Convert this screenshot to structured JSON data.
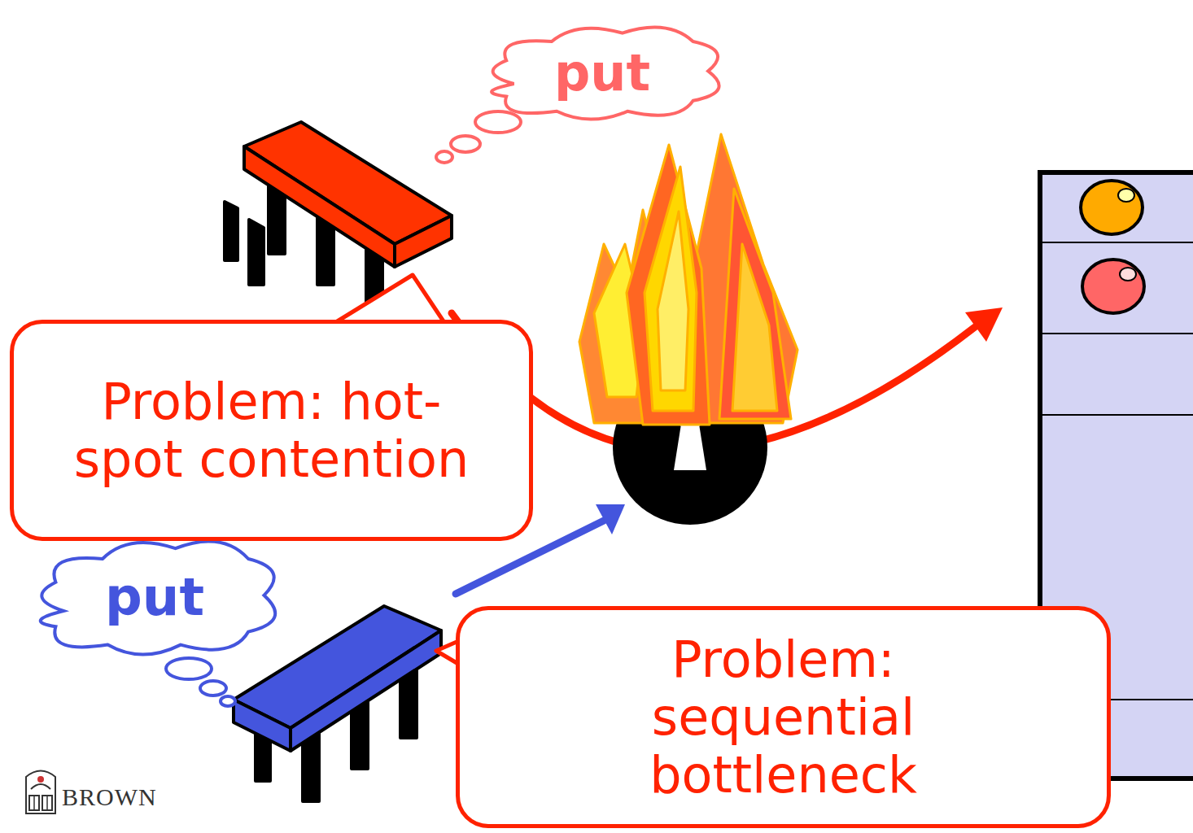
{
  "diagram": {
    "nodes": [
      {
        "text": [
          "put"
        ]
      },
      {
        "text": [
          "Problem: hot-spot contention"
        ]
      },
      {
        "text": [
          "put"
        ]
      },
      {
        "text": [
          "Problem: sequential bottleneck"
        ]
      }
    ],
    "labels": [
      "BROWN"
    ]
  }
}
